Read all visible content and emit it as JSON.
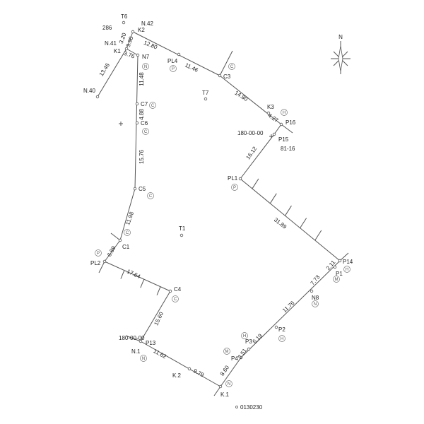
{
  "plot_number": "286",
  "parcel_label": "81-16",
  "footer_code": "0130230",
  "compass_label": "N",
  "points": {
    "T6": "T6",
    "N42": "N.42",
    "K2": "K2",
    "N41": "N.41",
    "K1": "K1",
    "N40": "N.40",
    "N7": "N7",
    "PL4": "PL4",
    "C3": "C3",
    "T7": "T7",
    "K3": "K3",
    "P16": "P16",
    "P15": "P15",
    "PL1": "PL1",
    "C7": "C7",
    "C6": "C6",
    "C5": "C5",
    "C1": "C1",
    "PL2": "PL2",
    "T1": "T1",
    "C4": "C4",
    "P13": "P13",
    "N1": "N.1",
    "K_2": "K.2",
    "K_1": "K.1",
    "P4": "P4",
    "P3": "P3",
    "P2": "P2",
    "N8": "N8",
    "P1": "P1",
    "P14": "P14"
  },
  "angles": {
    "p15": "180-00-00",
    "p13": "180-00-00"
  },
  "distances": {
    "n40_k1": "13.46",
    "k1_k2a": "3.20",
    "k1_k2b": "3.90",
    "k1_n7": "3.76",
    "k2_pl4": "12.80",
    "pl4_c3": "11.46",
    "c3_k3": "14.80",
    "k3_p16": "4.27",
    "p15_pl1": "16.12",
    "pl1_p14": "31.89",
    "n7_c7": "11.48",
    "c7_c6": "4.88",
    "c6_c5": "15.76",
    "c5_c1": "11.98",
    "c1_pl2": "6.89",
    "pl2_c4": "17.64",
    "c4_p13": "15.60",
    "n1_k2": "11.62",
    "k2_k1": "9.79",
    "k1_p4": "8.60",
    "p4_p3": "2.51",
    "p3_p2": "6.19",
    "p2_n8": "11.76",
    "n8_p1": "7.73",
    "p1_p14": "2.11"
  },
  "markers": {
    "N": "N",
    "C": "C",
    "P": "P",
    "H": "H",
    "M": "M",
    "T": "T"
  }
}
